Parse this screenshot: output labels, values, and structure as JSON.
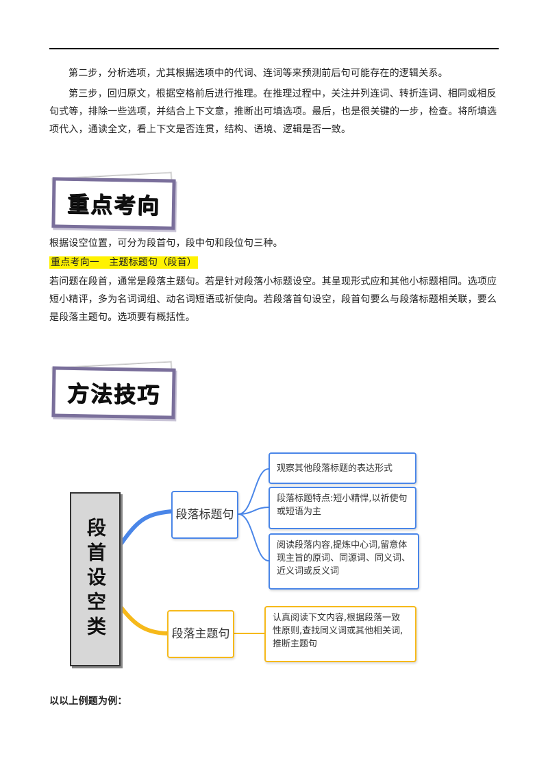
{
  "intro": {
    "step2": "第二步，分析选项，尤其根据选项中的代词、连词等来预测前后句可能存在的逻辑关系。",
    "step3": "第三步，回归原文，根据空格前后进行推理。在推理过程中，关注并列连词、转折连词、相同或相反句式等，排除一些选项，并结合上下文意，推断出可填选项。最后，也是很关键的一步，检查。将所填选项代入，通读全文，看上下文是否连贯，结构、语境、逻辑是否一致。"
  },
  "section1": {
    "banner": "重点考向",
    "line1": "根据设空位置，可分为段首句，段中句和段位句三种。",
    "highlight": "重点考向一　主题标题句（段首）",
    "body": "若问题在段首，通常是段落主题句。若是针对段落小标题设空。其呈现形式应和其他小标题相同。选项应短小精评，多为名词词组、动名词短语或祈使向。若段落首句设空，段首句要么与段落标题相关联，要么是段落主题句。选项要有概括性。"
  },
  "section2": {
    "banner": "方法技巧"
  },
  "mindmap": {
    "root": "段首设空类",
    "branch1": "段落标题句",
    "branch1_leaves": [
      "观察其他段落标题的表达形式",
      "段落标题特点:短小精悍,以祈使句或短语为主",
      "阅读段落内容,提炼中心词,留意体现主旨的原词、同源词、同义词、近义词或反义词"
    ],
    "branch2": "段落主题句",
    "branch2_leaves": [
      "认真阅读下文内容,根据段落一致性原则,查找同义词或其他相关词,推断主题句"
    ],
    "colors": {
      "blue": "#4a86e8",
      "yellow": "#f6b91a"
    }
  },
  "footer_line": "以以上例题为例："
}
